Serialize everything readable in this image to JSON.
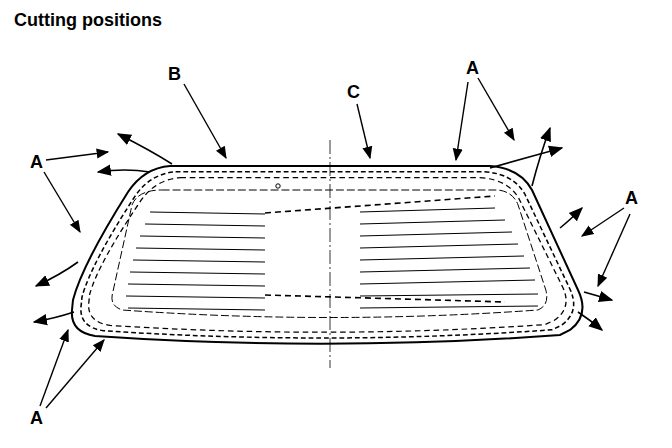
{
  "diagram": {
    "title": "Cutting positions",
    "labels": [
      "B",
      "C",
      "A",
      "A",
      "A",
      "A"
    ]
  }
}
